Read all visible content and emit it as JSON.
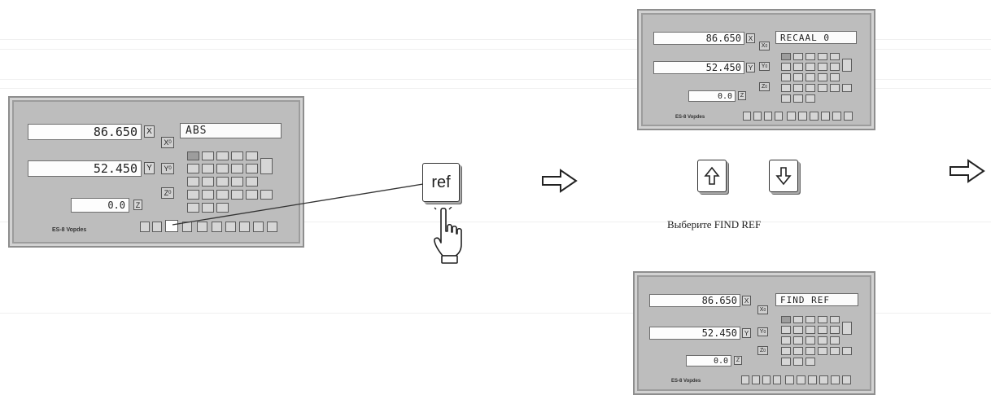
{
  "panels": {
    "main": {
      "display_x": "86.650",
      "axis_x": "X",
      "display_y": "52.450",
      "axis_y": "Y",
      "display_z": "0.0",
      "axis_z": "Z",
      "message": "ABS",
      "brand": "ES-8 Vopdes"
    },
    "recall": {
      "display_x": "86.650",
      "axis_x": "X",
      "display_y": "52.450",
      "axis_y": "Y",
      "display_z": "0.0",
      "axis_z": "Z",
      "message": "RECAAL 0",
      "brand": "ES-8 Vopdes"
    },
    "findref": {
      "display_x": "86.650",
      "axis_x": "X",
      "display_y": "52.450",
      "axis_y": "Y",
      "display_z": "0.0",
      "axis_z": "Z",
      "message": "FIND REF",
      "brand": "ES-8 Vopdes"
    }
  },
  "ref_key": {
    "label": "ref",
    "icon": "pointing-hand-icon"
  },
  "arrows": {
    "icon": "outline-right-arrow-icon"
  },
  "nav_keys": {
    "up_icon": "arrow-up-icon",
    "down_icon": "arrow-down-icon"
  },
  "caption": "Выберите FIND REF"
}
